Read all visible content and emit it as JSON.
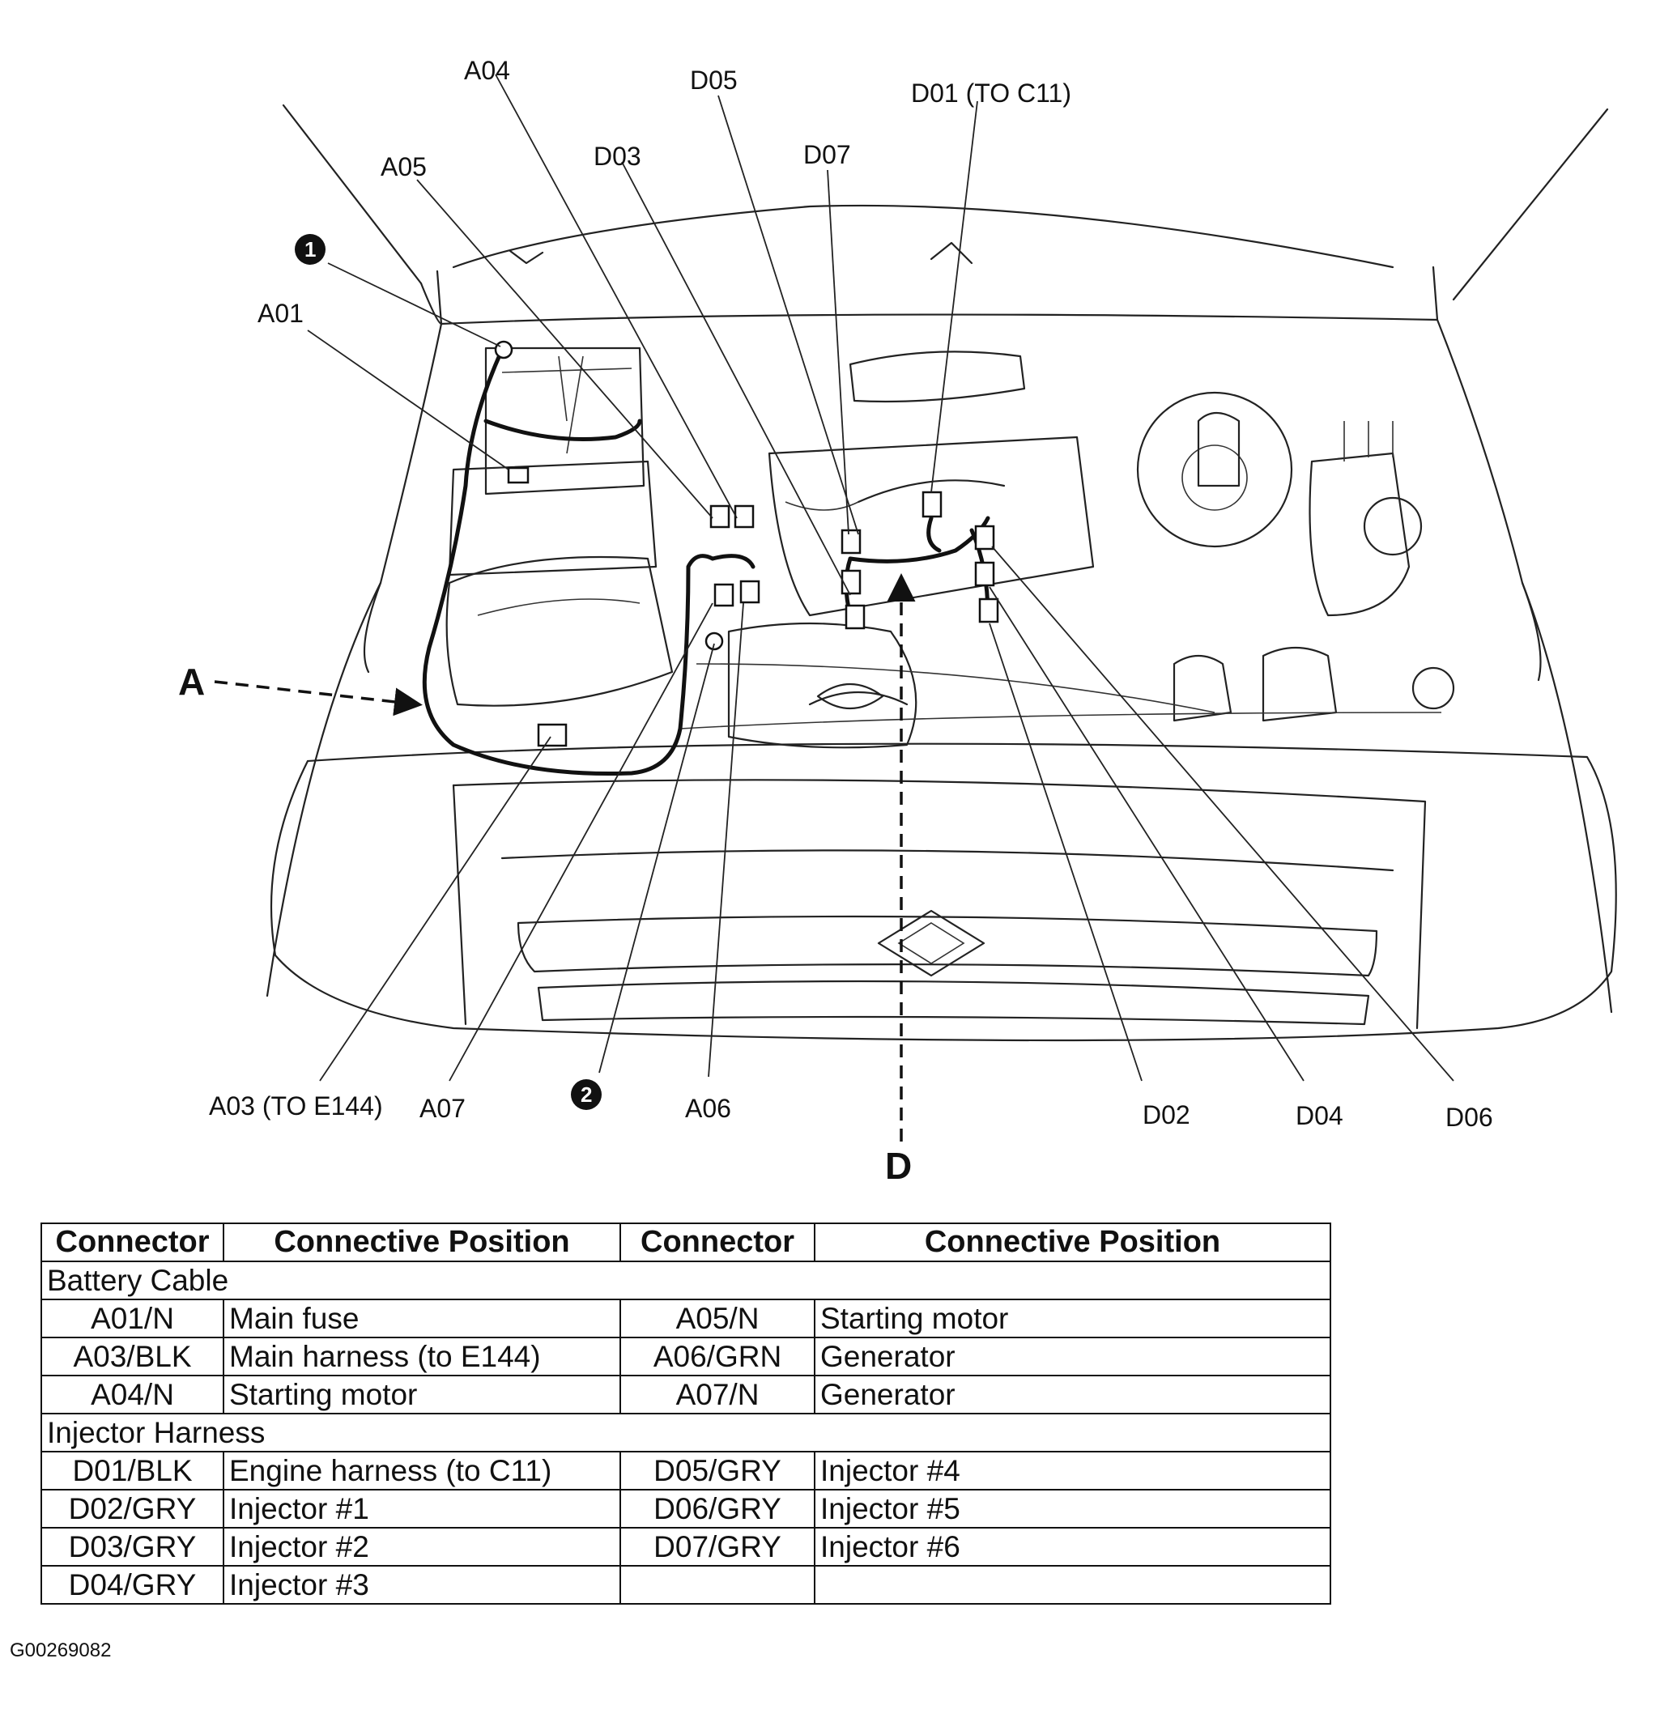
{
  "diagram": {
    "callouts": {
      "A04": "A04",
      "D05": "D05",
      "D01": "D01 (TO C11)",
      "A05": "A05",
      "D03": "D03",
      "D07": "D07",
      "badge1": "1",
      "A01": "A01",
      "arrowA": "A",
      "A03": "A03 (TO E144)",
      "A07": "A07",
      "badge2": "2",
      "A06": "A06",
      "D02": "D02",
      "D04": "D04",
      "D06": "D06",
      "arrowD": "D"
    }
  },
  "table": {
    "headers": [
      "Connector",
      "Connective Position",
      "Connector",
      "Connective Position"
    ],
    "sections": [
      {
        "title": "Battery Cable",
        "rows": [
          {
            "c1": "A01/N",
            "p1": "Main fuse",
            "c2": "A05/N",
            "p2": "Starting motor"
          },
          {
            "c1": "A03/BLK",
            "p1": "Main harness (to E144)",
            "c2": "A06/GRN",
            "p2": "Generator"
          },
          {
            "c1": "A04/N",
            "p1": "Starting motor",
            "c2": "A07/N",
            "p2": "Generator"
          }
        ]
      },
      {
        "title": "Injector Harness",
        "rows": [
          {
            "c1": "D01/BLK",
            "p1": "Engine harness (to C11)",
            "c2": "D05/GRY",
            "p2": "Injector #4"
          },
          {
            "c1": "D02/GRY",
            "p1": "Injector #1",
            "c2": "D06/GRY",
            "p2": "Injector #5"
          },
          {
            "c1": "D03/GRY",
            "p1": "Injector #2",
            "c2": "D07/GRY",
            "p2": "Injector #6"
          },
          {
            "c1": "D04/GRY",
            "p1": "Injector #3",
            "c2": "",
            "p2": ""
          }
        ]
      }
    ]
  },
  "figure_id": "G00269082"
}
